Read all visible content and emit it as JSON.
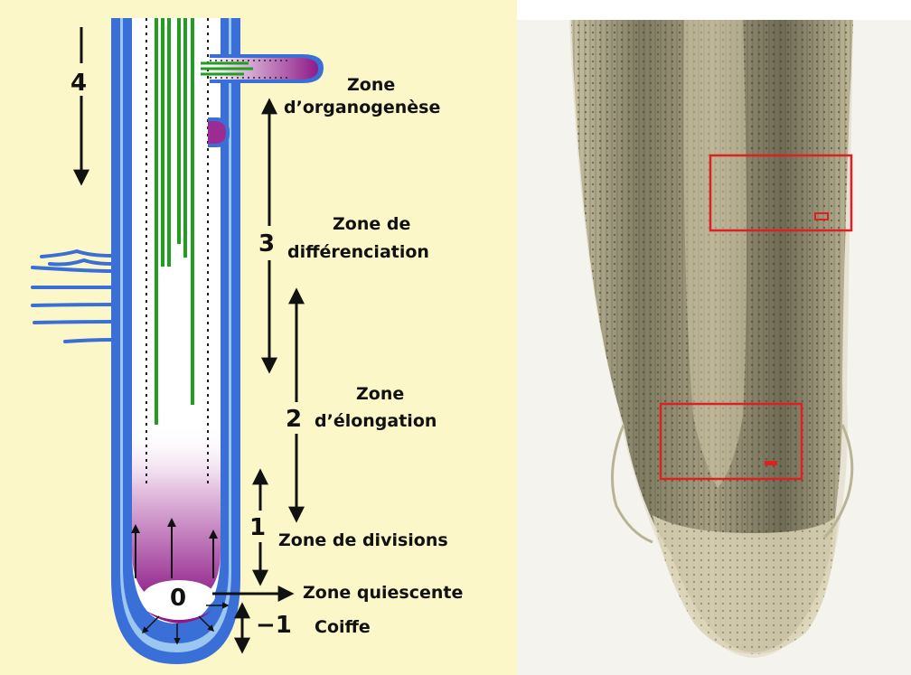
{
  "diagram": {
    "zones": {
      "organogenese": {
        "line1": "Zone",
        "line2": "d’organogenèse"
      },
      "differenciation": {
        "number": "3",
        "line1": "Zone de",
        "line2": "différenciation"
      },
      "elongation": {
        "number": "2",
        "line1": "Zone",
        "line2": "d’élongation"
      },
      "divisions": {
        "number": "1",
        "line1": "Zone de divisions"
      },
      "quiescente": {
        "marker": "0",
        "line1": "Zone quiescente"
      },
      "coiffe": {
        "number": "−1",
        "line1": "Coiffe"
      }
    },
    "growth_arrow": {
      "number": "4"
    }
  },
  "colors": {
    "background": "#fbf7c8",
    "epidermis": "#3b6fd8",
    "xylem": "#1f9e1f",
    "meristem": "#8e1a88",
    "photo_highlight": "#e02020"
  }
}
